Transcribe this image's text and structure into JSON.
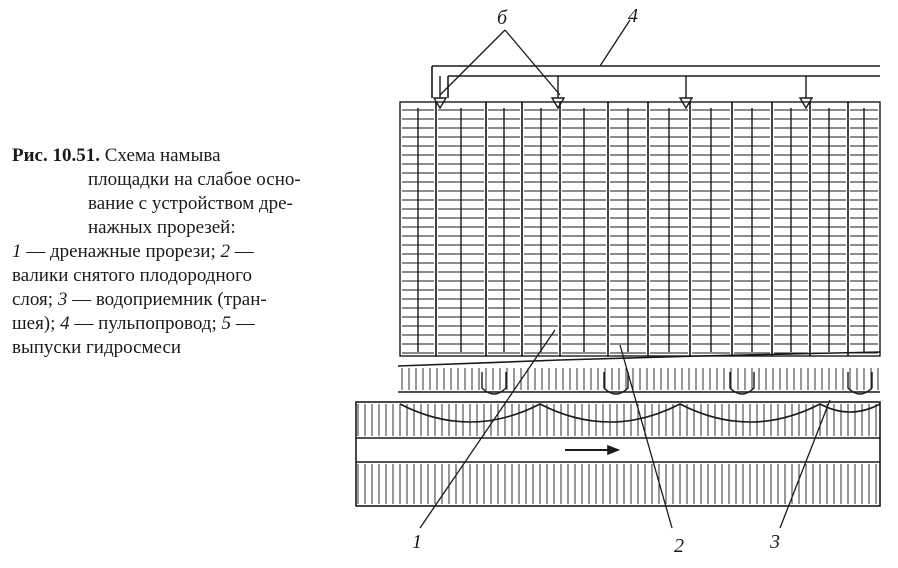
{
  "caption": {
    "fig_label": "Рис. 10.51.",
    "title_1": "Схема намыва",
    "title_2": "площадки на слабое осно-",
    "title_3": "вание с устройством дре-",
    "title_4": "нажных прорезей:",
    "legend": [
      {
        "num": "1",
        "text": " — дренажные прорези; "
      },
      {
        "num": "2",
        "text": " —"
      },
      {
        "num": "",
        "text": "валики снятого плодородного"
      },
      {
        "num": "",
        "text": "слоя; "
      },
      {
        "num": "3",
        "text": " — водоприемник (тран-"
      },
      {
        "num": "",
        "text": "шея); "
      },
      {
        "num": "4",
        "text": " — пульпопровод; "
      },
      {
        "num": "5",
        "text": " —"
      },
      {
        "num": "",
        "text": "выпуски гидросмеси"
      }
    ]
  },
  "diagram_labels": {
    "label_1": "1",
    "label_2": "2",
    "label_3": "3",
    "label_4": "4",
    "label_5": "б"
  }
}
